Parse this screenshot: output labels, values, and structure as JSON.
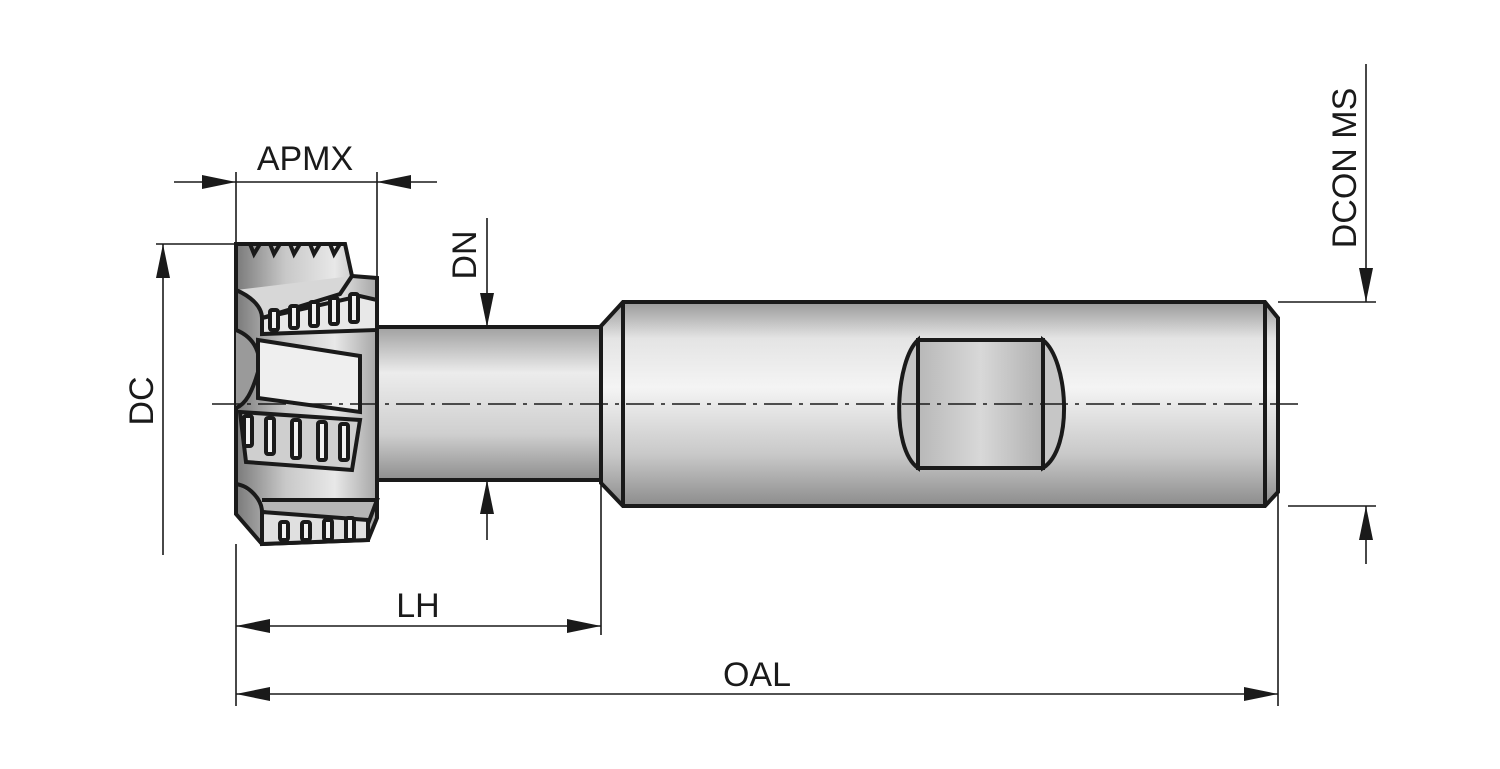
{
  "labels": {
    "apmx": "APMX",
    "dn": "DN",
    "dc": "DC",
    "dcon_ms": "DCON MS",
    "lh": "LH",
    "oal": "OAL"
  },
  "colors": {
    "line": "#1a1a1a",
    "metal_light": "#e6e6e6",
    "metal_mid": "#c4c4c4",
    "metal_dark": "#8a8a8a",
    "background": "#ffffff"
  }
}
